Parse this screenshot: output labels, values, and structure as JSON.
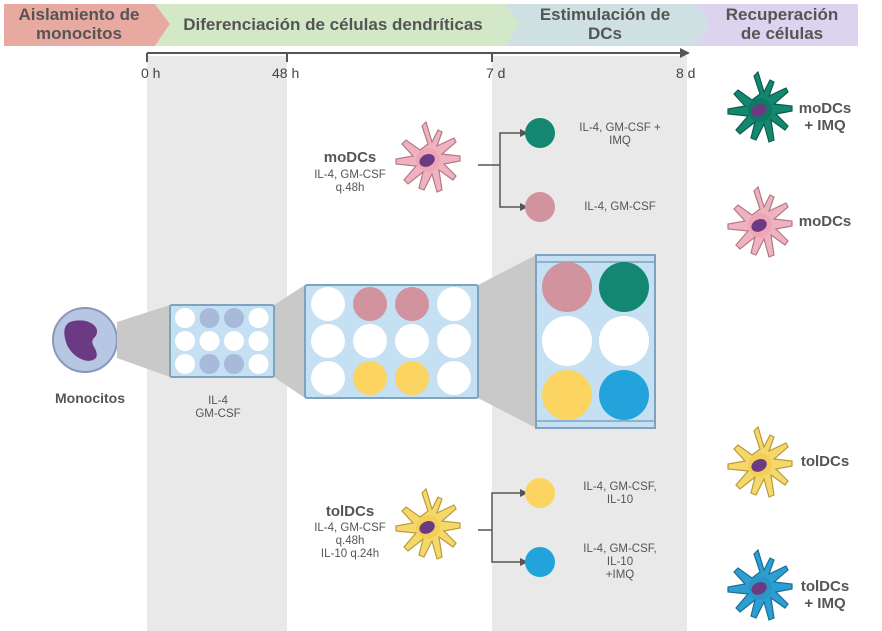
{
  "phases": [
    {
      "label": "Aislamiento de\nmonocitos",
      "color": "#e8a9a0"
    },
    {
      "label": "Diferenciación de células dendríticas",
      "color": "#d2e8c7"
    },
    {
      "label": "Estimulación de\nDCs",
      "color": "#cfe0e3"
    },
    {
      "label": "Recuperación\nde células",
      "color": "#dcd3ee"
    }
  ],
  "timeline": [
    "0 h",
    "48 h",
    "7 d",
    "8 d"
  ],
  "monocyte": {
    "label": "Monocitos"
  },
  "plate_label": "IL-4\nGM-CSF",
  "modcs_branch": {
    "title": "moDCs",
    "conditions": "IL-4, GM-CSF\nq.48h",
    "outcomes": [
      {
        "text": "IL-4, GM-CSF +\nIMQ",
        "color": "#13876f"
      },
      {
        "text": "IL-4, GM-CSF",
        "color": "#d1939e"
      }
    ]
  },
  "toldcs_branch": {
    "title": "tolDCs",
    "conditions": "IL-4, GM-CSF\nq.48h\nIL-10 q.24h",
    "outcomes": [
      {
        "text": "IL-4, GM-CSF,\nIL-10",
        "color": "#fbd461"
      },
      {
        "text": "IL-4, GM-CSF,\nIL-10\n+IMQ",
        "color": "#23a3dc"
      }
    ]
  },
  "recovered": [
    {
      "label": "moDCs\n+ IMQ",
      "color": "#13876f"
    },
    {
      "label": "moDCs",
      "color": "#eea6b6"
    },
    {
      "label": "tolDCs",
      "color": "#f3cf55"
    },
    {
      "label": "tolDCs\n+ IMQ",
      "color": "#2c9ed1"
    }
  ],
  "colors": {
    "band": "#e9e9e9",
    "plate": "#c4e0f2",
    "well_empty": "#ffffff",
    "well_mono": "#a9b9d9"
  }
}
